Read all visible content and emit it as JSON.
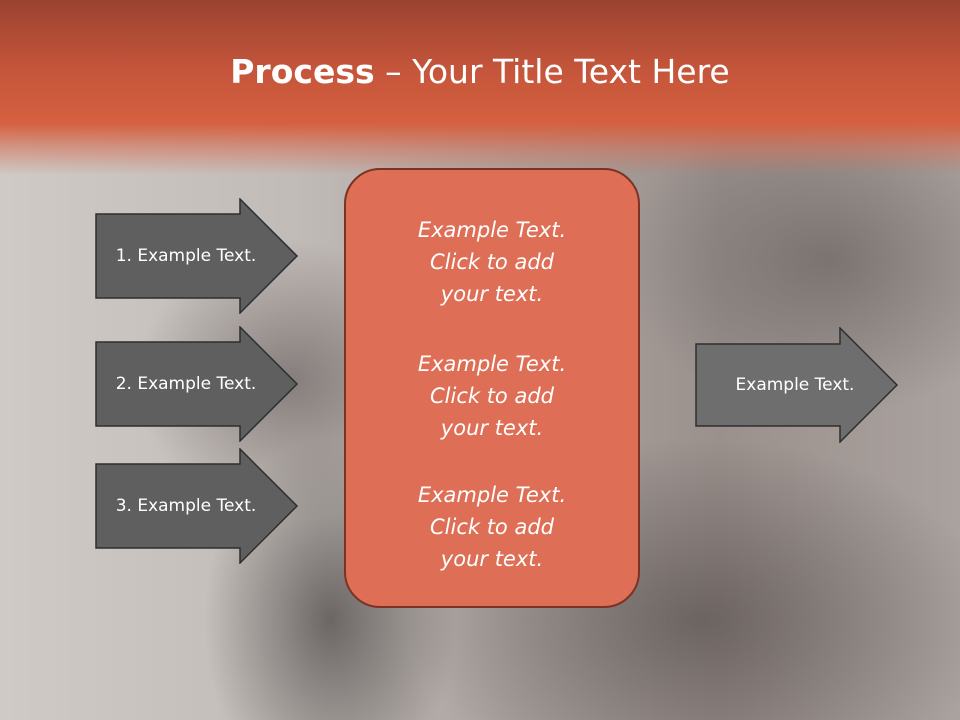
{
  "title": {
    "bold": "Process",
    "rest": " – Your Title Text Here"
  },
  "left_arrows": [
    {
      "label": "1. Example Text."
    },
    {
      "label": "2. Example Text."
    },
    {
      "label": "3. Example Text."
    }
  ],
  "center_blocks": [
    {
      "line1": "Example Text.",
      "line2": "Click  to add",
      "line3": "your text."
    },
    {
      "line1": "Example Text.",
      "line2": "Click  to add",
      "line3": "your text."
    },
    {
      "line1": "Example Text.",
      "line2": "Click  to add",
      "line3": "your text."
    }
  ],
  "right_arrow": {
    "label": "Example Text."
  },
  "colors": {
    "header": "#d4603f",
    "arrow_fill": "#5f5f5f",
    "center_fill": "#de6f56",
    "center_border": "#7b3324"
  }
}
